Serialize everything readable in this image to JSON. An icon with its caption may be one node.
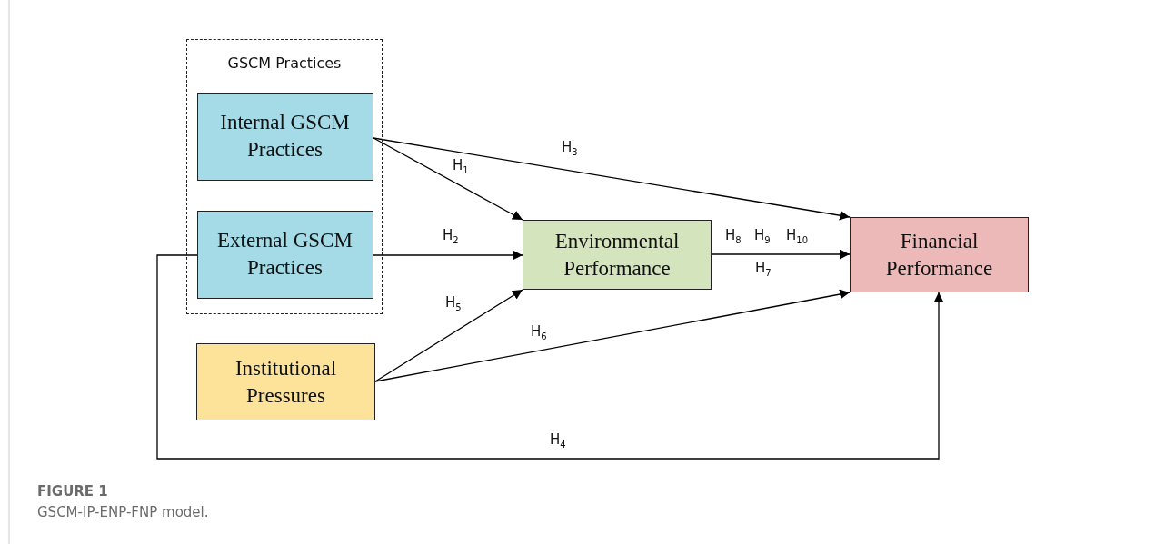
{
  "diagram": {
    "title": "FIGURE 1",
    "caption": "GSCM-IP-ENP-FNP model.",
    "nodes": [
      {
        "text": [
          "GSCM Practices"
        ]
      },
      {
        "text": [
          "Internal GSCM Practices"
        ],
        "in": 0
      },
      {
        "text": [
          "External GSCM Practices"
        ],
        "in": 0
      },
      {
        "text": [
          "Institutional Pressures"
        ]
      },
      {
        "text": [
          "Environmental Performance"
        ]
      },
      {
        "text": [
          "Financial Performance"
        ]
      }
    ],
    "edges": [
      {
        "from": 1,
        "to": 4,
        "arrow": "to",
        "label": "H$_{1}$"
      },
      {
        "from": 1,
        "to": 5,
        "arrow": "to",
        "label": "H$_{3}$"
      },
      {
        "from": 2,
        "to": 4,
        "arrow": "to",
        "label": "H$_{2}$"
      },
      {
        "from": 2,
        "to": 5,
        "arrow": "to",
        "label": "H$_{4}$"
      },
      {
        "from": 3,
        "to": 4,
        "arrow": "to",
        "label": "H$_{5}$"
      },
      {
        "from": 3,
        "to": 5,
        "arrow": "to",
        "label": "H$_{6}$"
      },
      {
        "from": 4,
        "to": 5,
        "arrow": "to",
        "label": "H$_{7}$"
      }
    ],
    "labels": [
      "H$_{8}$",
      "H$_{9}$",
      "H$_{10}$"
    ]
  }
}
